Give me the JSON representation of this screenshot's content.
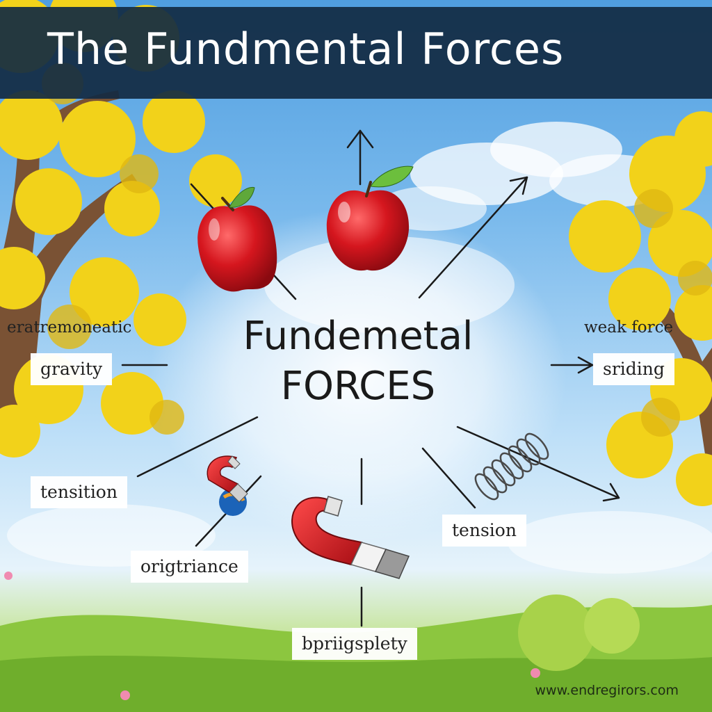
{
  "title": "The Fundmental Forces",
  "center": {
    "line1": "Fundemetal",
    "line2": "FORCES"
  },
  "labels": {
    "left_top": "eratremoneatic",
    "gravity": "gravity",
    "weak": "weak force",
    "sriding": "sriding",
    "tensition": "tensition",
    "origtriance": "origtriance",
    "tension": "tension",
    "bpriigsplety": "bpriigsplety"
  },
  "watermark": "www.endregirors.com",
  "colors": {
    "banner": "#122a42",
    "sky_top": "#4f9ee0",
    "foliage": "#f2d21a",
    "apple": "#d5161e",
    "grass": "#8cc63f"
  },
  "icons": [
    "apple-icon",
    "apple-icon",
    "magnet-icon",
    "magnet-icon",
    "spring-icon",
    "arrow-icon"
  ]
}
